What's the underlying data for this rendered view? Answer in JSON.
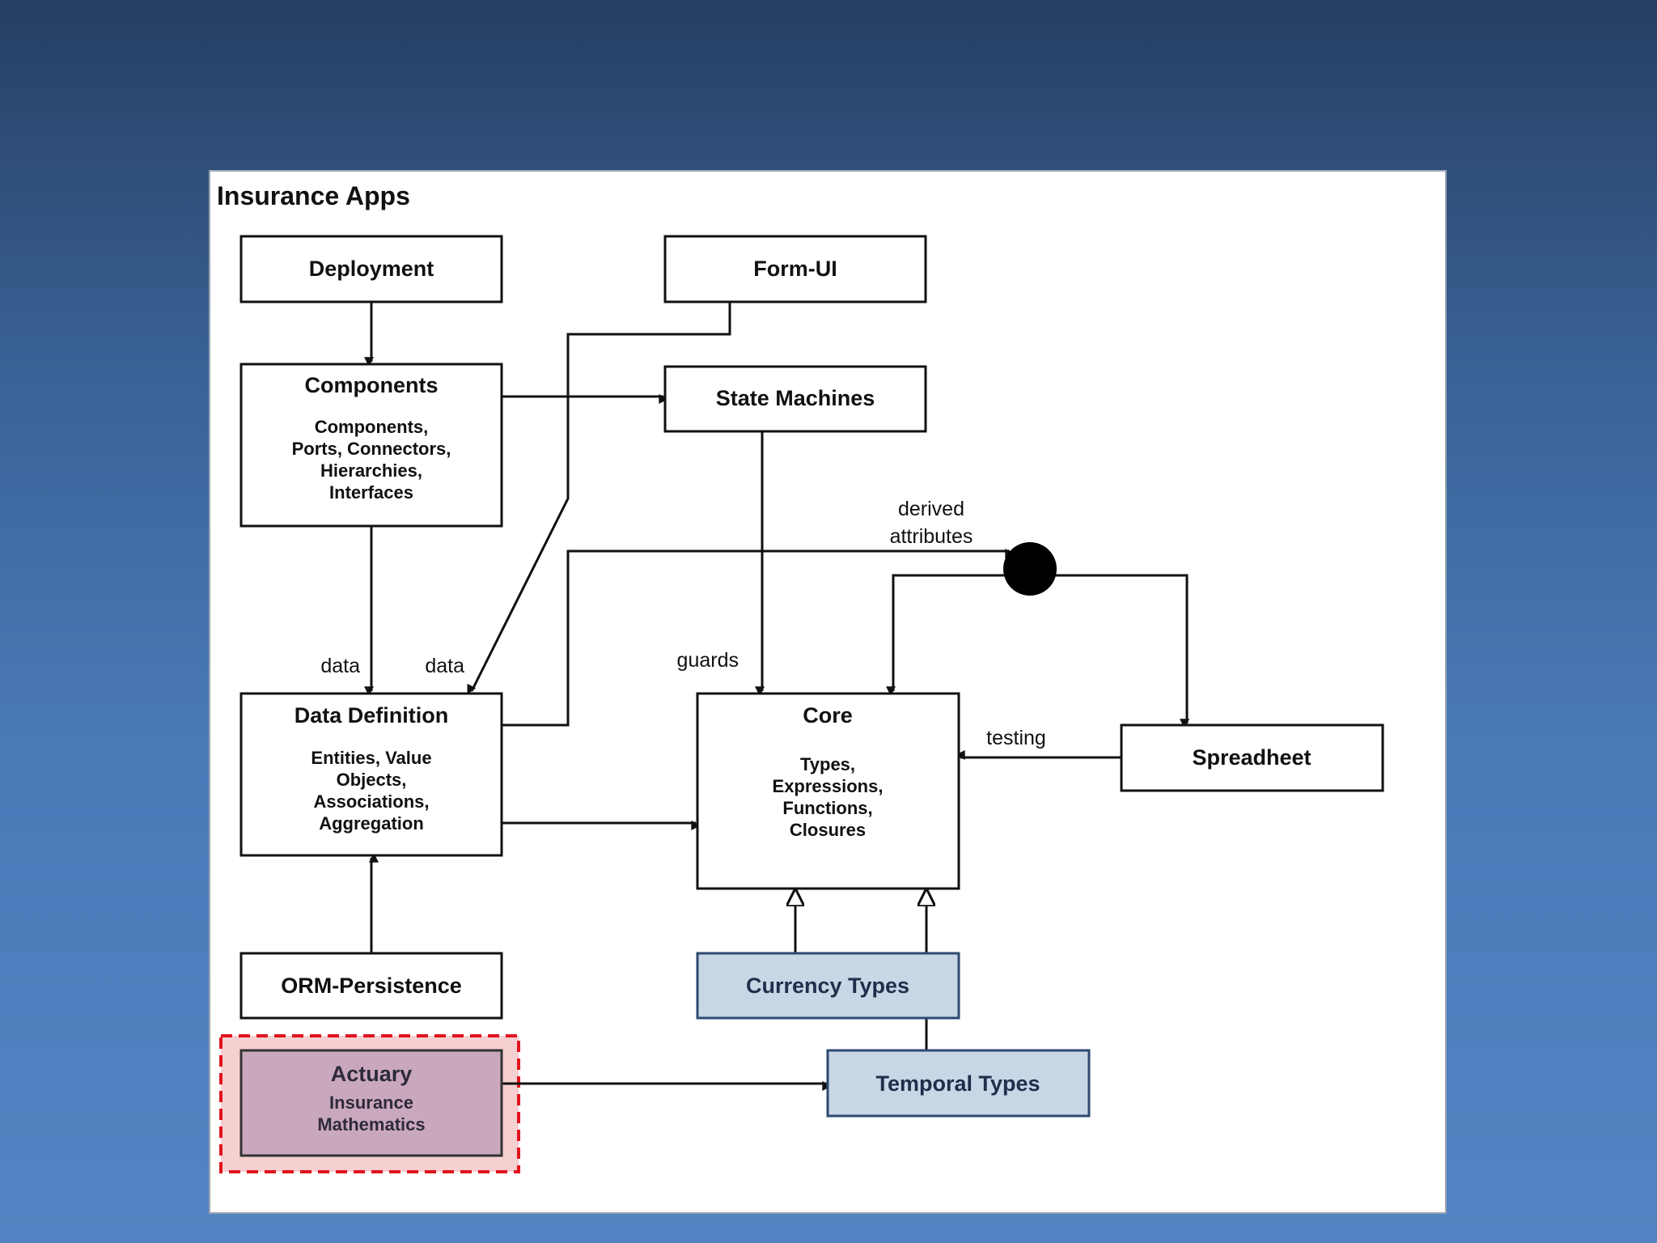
{
  "diagram": {
    "title": "Insurance Apps",
    "nodes": {
      "deployment": {
        "title": "Deployment"
      },
      "form_ui": {
        "title": "Form-UI"
      },
      "components": {
        "title": "Components",
        "lines": [
          "Components,",
          "Ports, Connectors,",
          "Hierarchies,",
          "Interfaces"
        ]
      },
      "state_machines": {
        "title": "State Machines"
      },
      "data_definition": {
        "title": "Data Definition",
        "lines": [
          "Entities, Value",
          "Objects,",
          "Associations,",
          "Aggregation"
        ]
      },
      "core": {
        "title": "Core",
        "lines": [
          "Types,",
          "Expressions,",
          "Functions,",
          "Closures"
        ]
      },
      "spreadheet": {
        "title": "Spreadheet"
      },
      "orm_persistence": {
        "title": "ORM-Persistence"
      },
      "currency_types": {
        "title": "Currency Types"
      },
      "actuary": {
        "title": "Actuary",
        "lines": [
          "Insurance",
          "Mathematics"
        ]
      },
      "temporal_types": {
        "title": "Temporal Types"
      }
    },
    "edge_labels": {
      "data_left": "data",
      "data_right": "data",
      "derived_1": "derived",
      "derived_2": "attributes",
      "guards": "guards",
      "testing": "testing"
    },
    "colors": {
      "type_box_fill": "#c9d6e6",
      "type_box_stroke": "#2e4a70",
      "actuary_fill": "#c9a8bd",
      "highlight_stroke": "#e0141e",
      "highlight_fill": "#f6cfd0"
    }
  }
}
